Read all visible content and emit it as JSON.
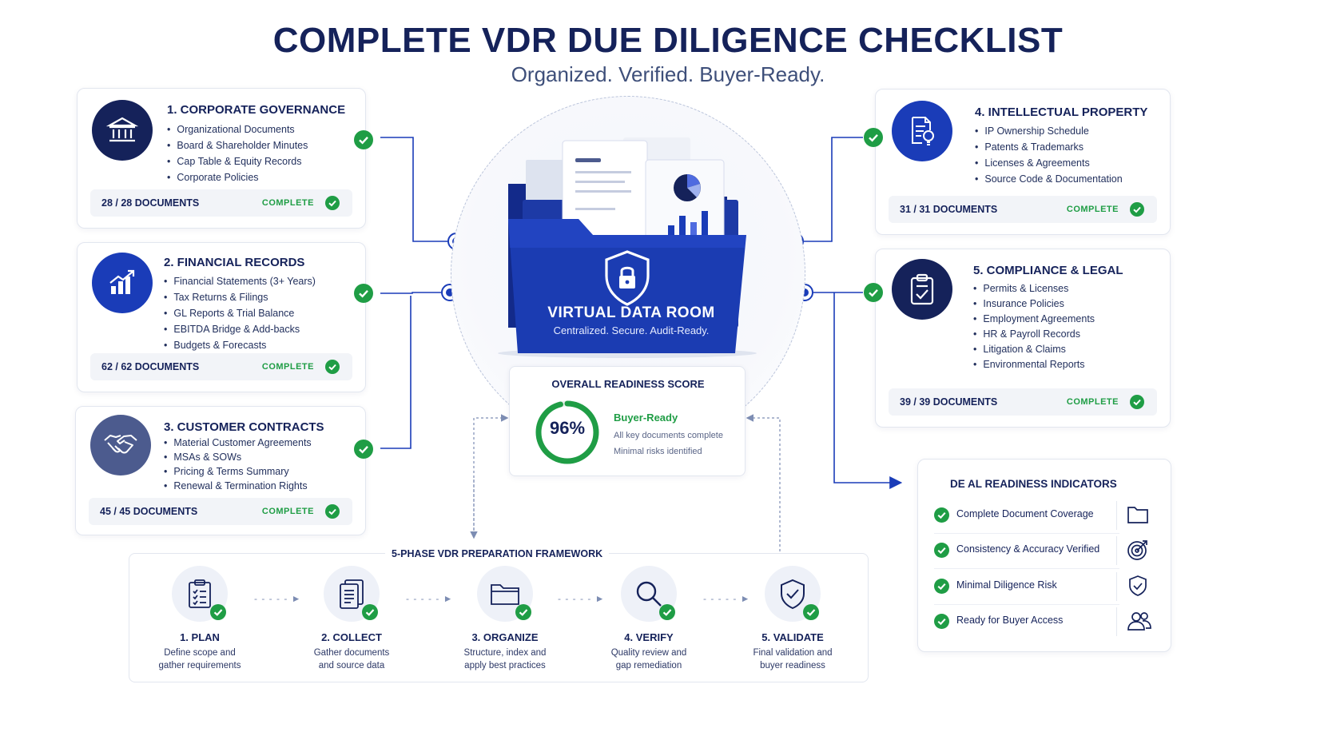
{
  "title": "COMPLETE VDR DUE DILIGENCE CHECKLIST",
  "subtitle": "Organized. Verified. Buyer-Ready.",
  "colors": {
    "navy": "#15225a",
    "royal": "#1a3cb8",
    "green": "#1f9d45",
    "dashed": "#b9c3da"
  },
  "categories": [
    {
      "title": "1. CORPORATE GOVERNANCE",
      "icon": "bank-icon",
      "items": [
        "Organizational Documents",
        "Board & Shareholder Minutes",
        "Cap Table & Equity Records",
        "Corporate Policies"
      ],
      "documents": "28 / 28 DOCUMENTS",
      "status": "COMPLETE"
    },
    {
      "title": "2. FINANCIAL RECORDS",
      "icon": "growth-chart-icon",
      "items": [
        "Financial Statements (3+ Years)",
        "Tax Returns & Filings",
        "GL Reports & Trial Balance",
        "EBITDA Bridge & Add-backs",
        "Budgets & Forecasts"
      ],
      "documents": "62 / 62 DOCUMENTS",
      "status": "COMPLETE"
    },
    {
      "title": "3. CUSTOMER CONTRACTS",
      "icon": "handshake-icon",
      "items": [
        "Material Customer Agreements",
        "MSAs & SOWs",
        "Pricing & Terms Summary",
        "Renewal & Termination Rights"
      ],
      "documents": "45 / 45 DOCUMENTS",
      "status": "COMPLETE"
    },
    {
      "title": "4. INTELLECTUAL PROPERTY",
      "icon": "document-lightbulb-icon",
      "items": [
        "IP Ownership Schedule",
        "Patents & Trademarks",
        "Licenses & Agreements",
        "Source Code & Documentation"
      ],
      "documents": "31 / 31 DOCUMENTS",
      "status": "COMPLETE"
    },
    {
      "title": "5. COMPLIANCE & LEGAL",
      "icon": "clipboard-check-icon",
      "items": [
        "Permits & Licenses",
        "Insurance Policies",
        "Employment Agreements",
        "HR & Payroll Records",
        "Litigation & Claims",
        "Environmental Reports"
      ],
      "documents": "39 / 39 DOCUMENTS",
      "status": "COMPLETE"
    }
  ],
  "vdr": {
    "title": "VIRTUAL DATA ROOM",
    "subtitle": "Centralized. Secure. Audit-Ready.",
    "icon": "shield-lock-icon"
  },
  "readiness": {
    "title": "OVERALL READINESS SCORE",
    "score_label": "96%",
    "score_value": 96,
    "status": "Buyer-Ready",
    "notes": [
      "All key documents complete",
      "Minimal risks identified"
    ]
  },
  "framework": {
    "title": "5-PHASE VDR PREPARATION FRAMEWORK",
    "phases": [
      {
        "name": "1. PLAN",
        "icon": "clipboard-list-icon",
        "desc": [
          "Define scope and",
          "gather requirements"
        ]
      },
      {
        "name": "2. COLLECT",
        "icon": "documents-icon",
        "desc": [
          "Gather documents",
          "and source data"
        ]
      },
      {
        "name": "3. ORGANIZE",
        "icon": "folder-icon",
        "desc": [
          "Structure, index and",
          "apply best practices"
        ]
      },
      {
        "name": "4. VERIFY",
        "icon": "magnifier-icon",
        "desc": [
          "Quality review and",
          "gap remediation"
        ]
      },
      {
        "name": "5. VALIDATE",
        "icon": "shield-check-icon",
        "desc": [
          "Final validation and",
          "buyer readiness"
        ]
      }
    ]
  },
  "indicators": {
    "title": "DE AL READINESS INDICATORS",
    "items": [
      {
        "label": "Complete Document Coverage",
        "icon": "folder-outline-icon"
      },
      {
        "label": "Consistency & Accuracy Verified",
        "icon": "target-icon"
      },
      {
        "label": "Minimal Diligence Risk",
        "icon": "shield-check-outline-icon"
      },
      {
        "label": "Ready for Buyer Access",
        "icon": "users-icon"
      }
    ]
  }
}
